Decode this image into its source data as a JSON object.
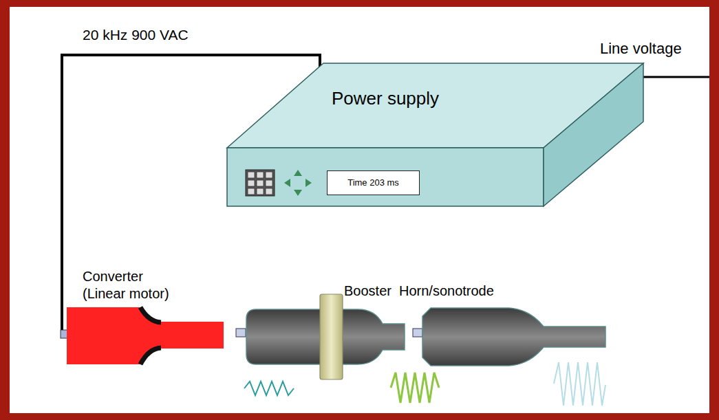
{
  "diagram": {
    "nodes": [
      {
        "text": [
          "Power supply"
        ]
      },
      {
        "text": [
          "Time 203 ms"
        ],
        "in": 0
      },
      {
        "text": [
          "Converter (Linear motor)"
        ]
      },
      {
        "text": [
          "Booster"
        ]
      },
      {
        "text": [
          "Horn/sonotrode"
        ]
      }
    ],
    "edges": [
      {
        "from": 0,
        "to": 2,
        "arrow": "none",
        "label": "20 kHz 900 VAC"
      }
    ],
    "labels": [
      "Line voltage"
    ]
  }
}
